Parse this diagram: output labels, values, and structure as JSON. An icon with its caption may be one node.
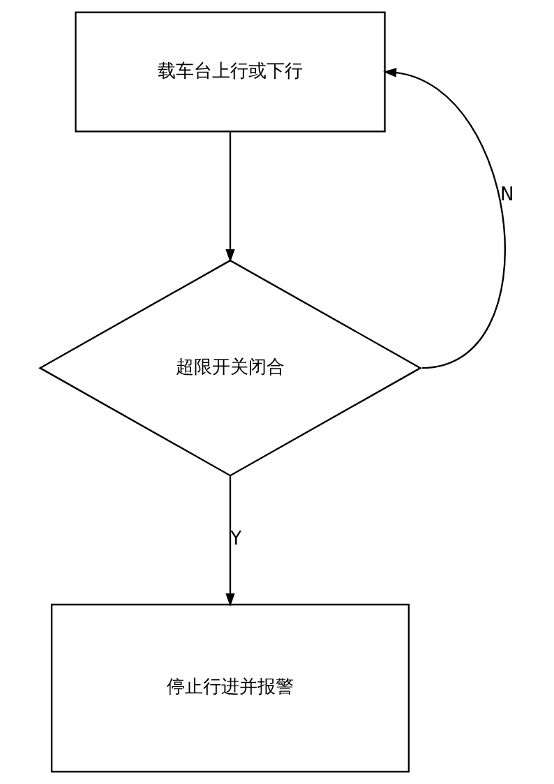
{
  "diagram": {
    "nodes": [
      {
        "text": [
          "载车台上行或下行"
        ]
      },
      {
        "text": [
          "超限开关闭合"
        ]
      },
      {
        "text": [
          "停止行进并报警"
        ]
      }
    ],
    "edges": [
      {
        "from": 0,
        "to": 1,
        "arrow": "to"
      },
      {
        "from": 1,
        "to": 0,
        "arrow": "to",
        "label": "N"
      },
      {
        "from": 1,
        "to": 2,
        "arrow": "to",
        "label": "Y"
      }
    ]
  }
}
